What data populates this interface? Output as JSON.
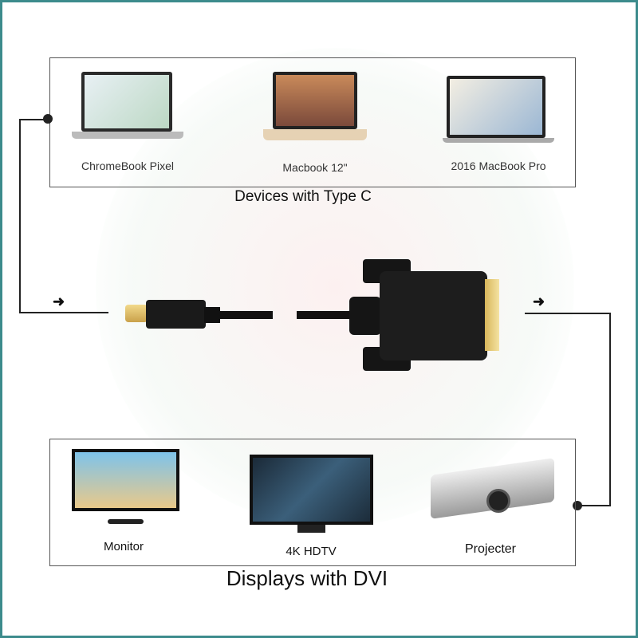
{
  "top": {
    "devices": [
      "ChromeBook Pixel",
      "Macbook 12\"",
      "2016 MacBook Pro"
    ],
    "caption": "Devices with Type C"
  },
  "bottom": {
    "displays": [
      "Monitor",
      "4K HDTV",
      "Projecter"
    ],
    "caption": "Displays with DVI"
  },
  "colors": {
    "frame": "#3d8b8c"
  }
}
